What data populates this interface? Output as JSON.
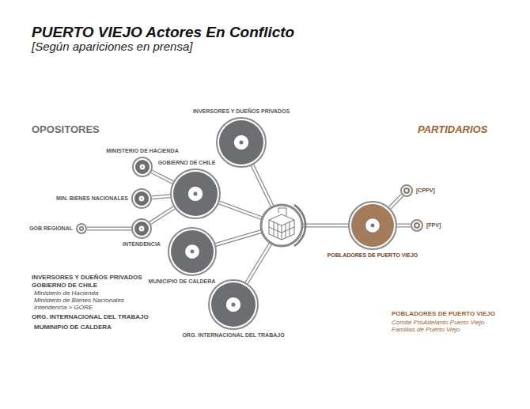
{
  "diagram": {
    "title": "PUERTO VIEJO Actores En Conflicto",
    "nodes": [
      {
        "text": [
          "INVERSORES Y DUEÑOS PRIVADOS"
        ]
      },
      {
        "text": [
          "MINISTERIO DE HACIENDA"
        ]
      },
      {
        "text": [
          "GOBIERNO DE CHILE"
        ]
      },
      {
        "text": [
          "MIN. BIENES NACIONALES"
        ]
      },
      {
        "text": [
          "GOB REGIONAL"
        ]
      },
      {
        "text": [
          "INTENDENCIA"
        ]
      },
      {
        "text": [
          "MUNICIPIO DE CALDERA"
        ]
      },
      {
        "text": [
          "ORG. INTERNACIONAL DEL TRABAJO"
        ]
      },
      {
        "text": [
          "POBLADORES DE PUERTO VIEJO"
        ]
      },
      {
        "text": [
          "[CPPV]"
        ]
      },
      {
        "text": [
          "[FPV]"
        ]
      }
    ],
    "edges": [
      {
        "from": 1,
        "to": 2,
        "arrow": "none"
      },
      {
        "from": 3,
        "to": 2,
        "arrow": "none"
      },
      {
        "from": 5,
        "to": 2,
        "arrow": "none"
      },
      {
        "from": 4,
        "to": 5,
        "arrow": "none"
      },
      {
        "from": 8,
        "to": 9,
        "arrow": "none"
      },
      {
        "from": 8,
        "to": 10,
        "arrow": "none"
      }
    ],
    "labels": [
      "[Según apariciones en prensa]",
      "OPOSITORES",
      "PARTIDARIOS",
      "INVERSORES Y DUEÑOS PRIVADOS",
      "GOBIERNO DE CHILE",
      "Ministerio de Hacienda",
      "Ministerio de Bienes Nacionales",
      "Intendencia > GORE",
      "ORG. INTERNACIONAL DEL TRABAJO",
      "MUMINIPIO DE CALDERA",
      "POBLADORES DE PUERTO VIEJO",
      "Comite ProAdelanto Puerto Viejo",
      "Familias de Puerto Viejo"
    ]
  }
}
